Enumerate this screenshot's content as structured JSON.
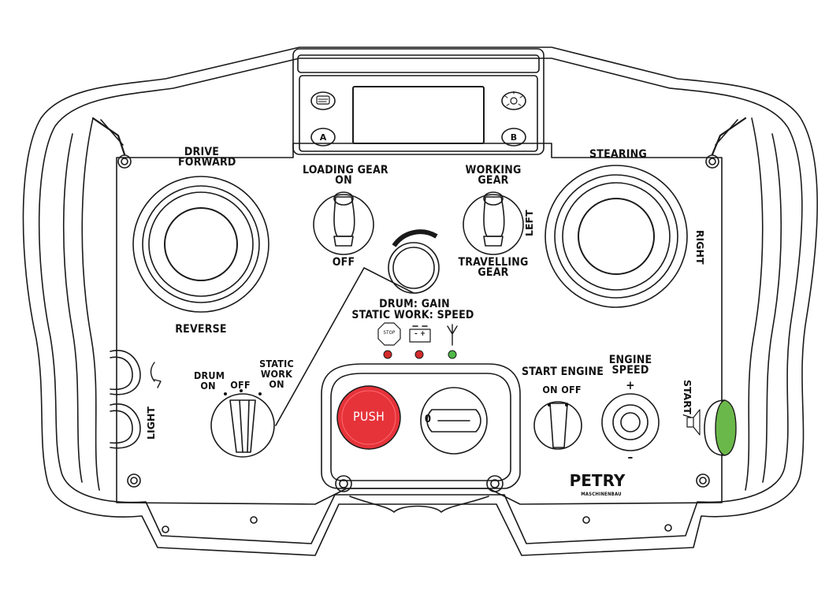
{
  "labels": {
    "drive_forward": [
      "DRIVE",
      "FORWARD"
    ],
    "reverse": "REVERSE",
    "loading_gear_on": [
      "LOADING GEAR",
      "ON"
    ],
    "loading_gear_off": "OFF",
    "working_gear": [
      "WORKING",
      "GEAR"
    ],
    "travelling_gear": [
      "TRAVELLING",
      "GEAR"
    ],
    "stearing": "STEARING",
    "left": "LEFT",
    "right": "RIGHT",
    "drum_gain": "DRUM: GAIN",
    "static_work_speed": "STATIC WORK: SPEED",
    "drum_on": [
      "DRUM",
      "ON"
    ],
    "drum_off": "OFF",
    "static_work_on": [
      "STATIC",
      "WORK",
      "ON"
    ],
    "light": "LIGHT",
    "start_engine": "START ENGINE",
    "start_engine_on": "ON",
    "start_engine_off": "OFF",
    "engine_speed": [
      "ENGINE",
      "SPEED"
    ],
    "plus": "+",
    "minus": "–",
    "start": "START/",
    "zero": "0",
    "push": "PUSH",
    "stop": "STOP",
    "battery": "– +",
    "brand": "PETRY",
    "brand_sub": "MASCHINENBAU"
  },
  "leds": {
    "stop": "#d42b2b",
    "battery": "#d42b2b",
    "antenna": "#4fb848"
  },
  "colors": {
    "push_button": "#e6333a",
    "start_button": "#6bb84a"
  },
  "icons": [
    "menu-icon",
    "sun-icon",
    "a-icon",
    "b-icon",
    "rotate-icon",
    "horn-icon",
    "antenna-icon",
    "battery-icon",
    "stop-icon"
  ]
}
